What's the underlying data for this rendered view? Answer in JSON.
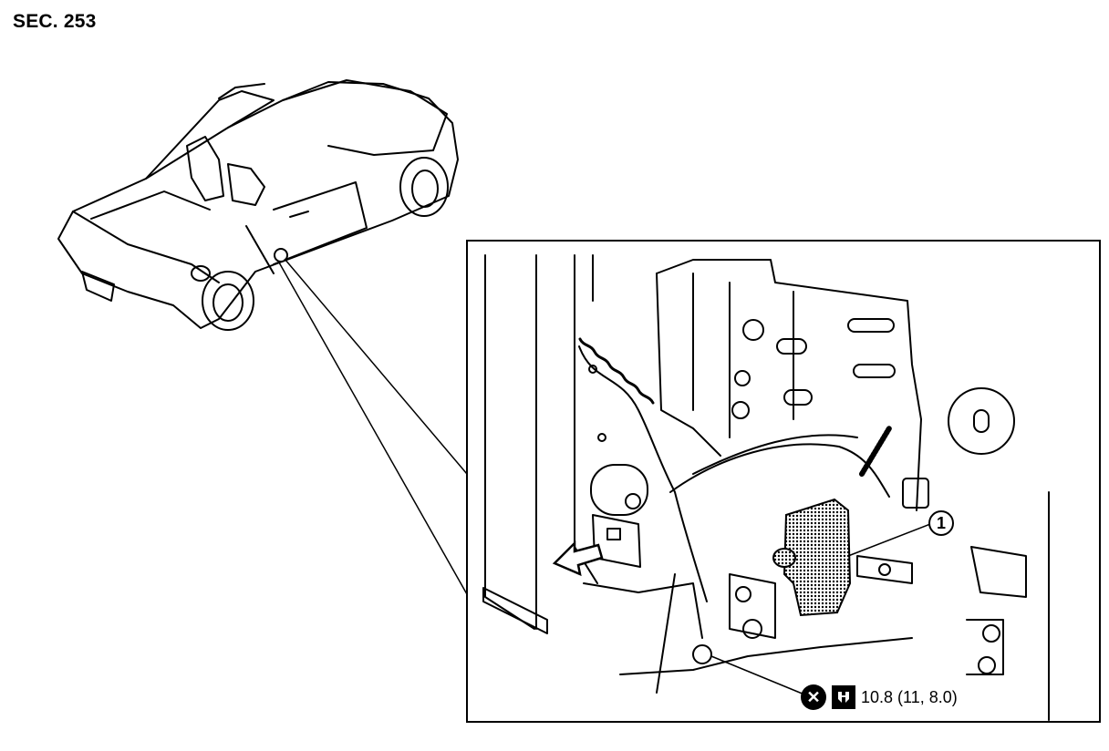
{
  "header": {
    "section_code": "SEC. 253"
  },
  "callout": {
    "part_number": "1"
  },
  "torque_spec": {
    "value_text": "10.8 (11, 8.0)",
    "icons": [
      "do-not-reuse-icon",
      "torque-wrench-icon"
    ]
  },
  "colors": {
    "line": "#000000",
    "background": "#ffffff",
    "part_fill": "#555555"
  }
}
